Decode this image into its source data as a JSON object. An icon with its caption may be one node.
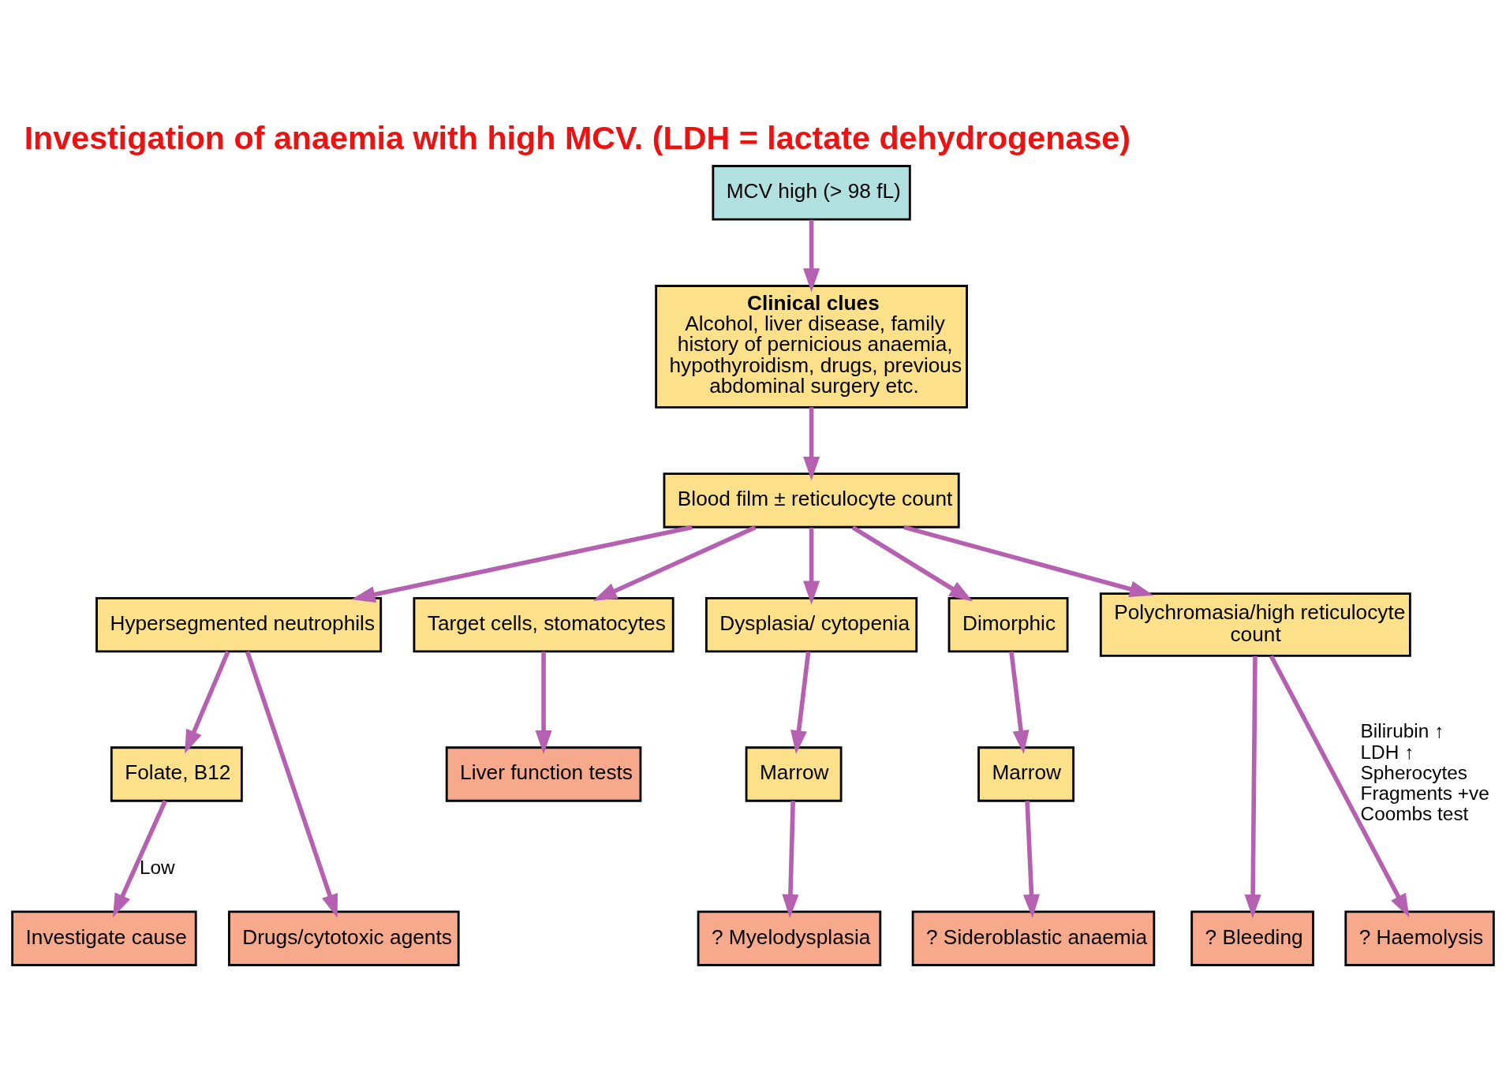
{
  "diagram": {
    "title": "Investigation of anaemia with high MCV. (LDH = lactate dehydrogenase)",
    "nodes": [
      {
        "text": [
          "MCV high (> 98 fL)"
        ]
      },
      {
        "text": [
          "Clinical clues",
          "Alcohol, liver disease, family history of pernicious anaemia, hypothyroidism, drugs, previous abdominal surgery etc."
        ]
      },
      {
        "text": [
          "Blood film ± reticulocyte count"
        ]
      },
      {
        "text": [
          "Hypersegmented neutrophils"
        ]
      },
      {
        "text": [
          "Target cells, stomatocytes"
        ]
      },
      {
        "text": [
          "Dysplasia/ cytopenia"
        ]
      },
      {
        "text": [
          "Dimorphic"
        ]
      },
      {
        "text": [
          "Polychromasia/high reticulocyte count"
        ]
      },
      {
        "text": [
          "Folate, B12"
        ]
      },
      {
        "text": [
          "Liver function tests"
        ]
      },
      {
        "text": [
          "Marrow"
        ]
      },
      {
        "text": [
          "Marrow"
        ]
      },
      {
        "text": [
          "Investigate cause"
        ]
      },
      {
        "text": [
          "Drugs/cytotoxic agents"
        ]
      },
      {
        "text": [
          "? Myelodysplasia"
        ]
      },
      {
        "text": [
          "? Sideroblastic anaemia"
        ]
      },
      {
        "text": [
          "? Bleeding"
        ]
      },
      {
        "text": [
          "? Haemolysis"
        ]
      }
    ],
    "edges": [
      {
        "from": 0,
        "to": 1,
        "arrow": "to"
      },
      {
        "from": 1,
        "to": 2,
        "arrow": "to"
      },
      {
        "from": 2,
        "to": 3,
        "arrow": "to"
      },
      {
        "from": 2,
        "to": 4,
        "arrow": "to"
      },
      {
        "from": 2,
        "to": 5,
        "arrow": "to"
      },
      {
        "from": 2,
        "to": 6,
        "arrow": "to"
      },
      {
        "from": 2,
        "to": 7,
        "arrow": "to"
      },
      {
        "from": 3,
        "to": 8,
        "arrow": "to"
      },
      {
        "from": 3,
        "to": 13,
        "arrow": "to"
      },
      {
        "from": 4,
        "to": 9,
        "arrow": "to"
      },
      {
        "from": 5,
        "to": 10,
        "arrow": "to"
      },
      {
        "from": 6,
        "to": 11,
        "arrow": "to"
      },
      {
        "from": 7,
        "to": 16,
        "arrow": "to"
      },
      {
        "from": 7,
        "to": 17,
        "arrow": "to",
        "label": "Bilirubin ↑ LDH ↑ Spherocytes Fragments +ve Coombs test"
      },
      {
        "from": 8,
        "to": 12,
        "arrow": "to",
        "label": "Low"
      },
      {
        "from": 10,
        "to": 14,
        "arrow": "to"
      },
      {
        "from": 11,
        "to": 15,
        "arrow": "to"
      }
    ]
  }
}
